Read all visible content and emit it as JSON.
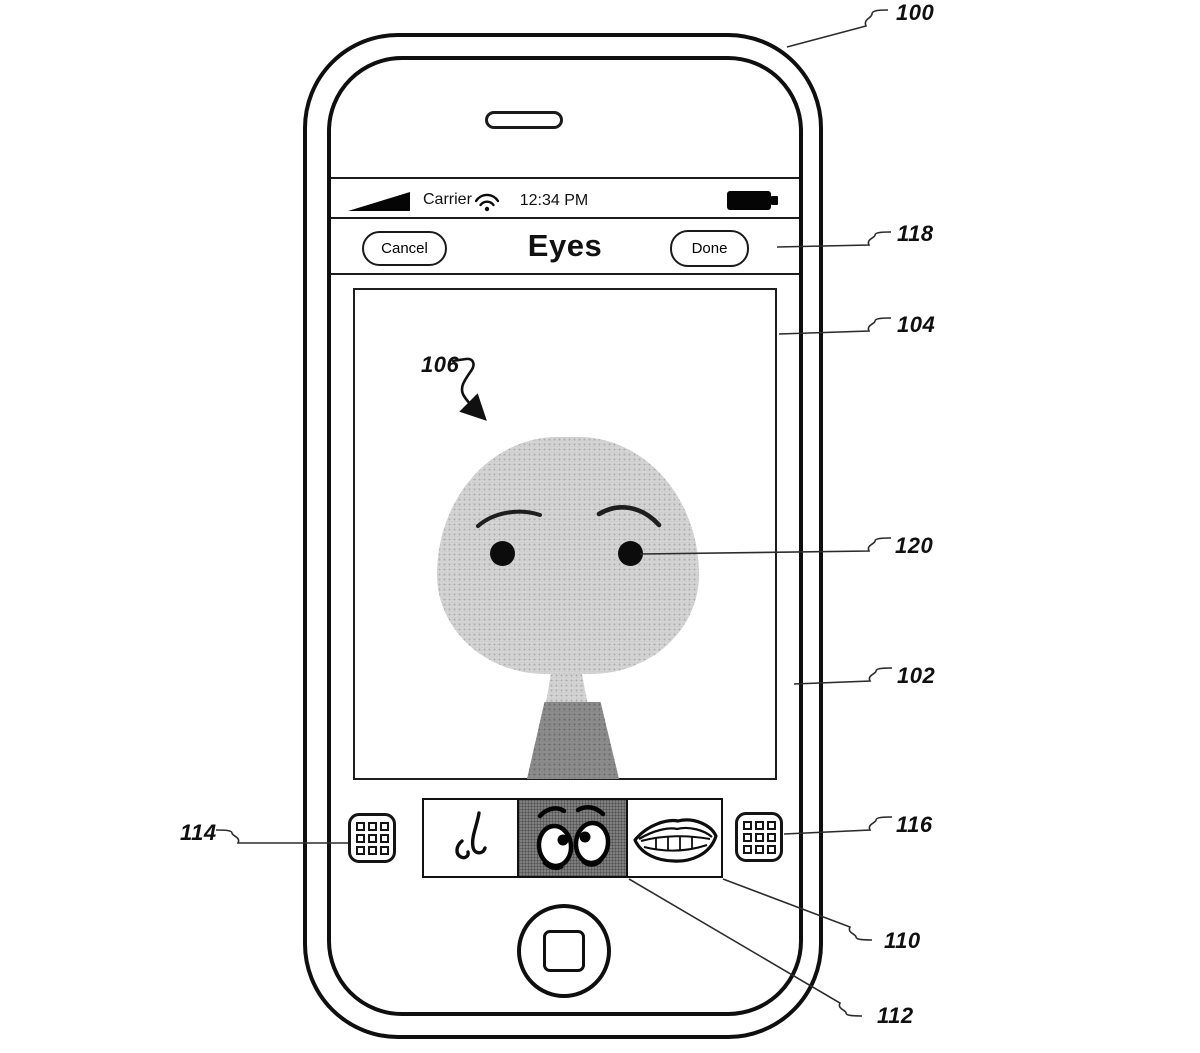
{
  "status_bar": {
    "carrier": "Carrier",
    "time": "12:34 PM"
  },
  "nav_bar": {
    "cancel_label": "Cancel",
    "title": "Eyes",
    "done_label": "Done"
  },
  "ref_labels": {
    "phone": "100",
    "device_body": "102",
    "display": "104",
    "face": "106",
    "palette": "110",
    "selected_item": "112",
    "left_grid": "114",
    "right_grid": "116",
    "toolbar": "118",
    "eye": "120"
  },
  "colors": {
    "line": "#0f0f0f",
    "face_fill": "#d4d4d4",
    "torso_fill": "#8c8c8c",
    "selected_cell_bg": "#7f7f7f"
  }
}
